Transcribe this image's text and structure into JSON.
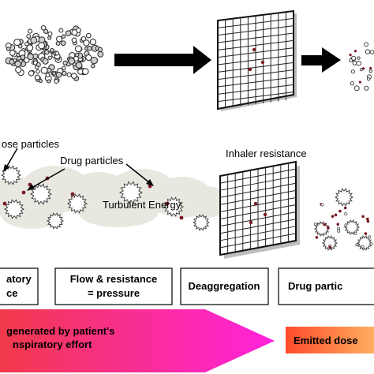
{
  "labels": {
    "lactose_particles": "ose particles",
    "drug_particles": "Drug particles",
    "inhaler_resistance": "Inhaler resistance",
    "turbulent_energy": "Turbulent Energy"
  },
  "stage_boxes": [
    {
      "line1": "atory",
      "line2": "ce"
    },
    {
      "line1": "Flow & resistance",
      "line2": "= pressure"
    },
    {
      "line1": "Deaggregation",
      "line2": ""
    },
    {
      "line1": "Drug partic",
      "line2": ""
    }
  ],
  "big_arrow": {
    "line1": "generated by patient's",
    "line2": "nspiratory effort"
  },
  "emitted_dose": {
    "label": "Emitted dose"
  },
  "colors": {
    "arrow_gradient_start": "#f23a4a",
    "arrow_gradient_end": "#ff22dd",
    "emitted_start": "#ff4b2b",
    "emitted_end": "#ffb060",
    "cloud": "#e9e8e0",
    "drug_particle": "#7a1a22"
  }
}
